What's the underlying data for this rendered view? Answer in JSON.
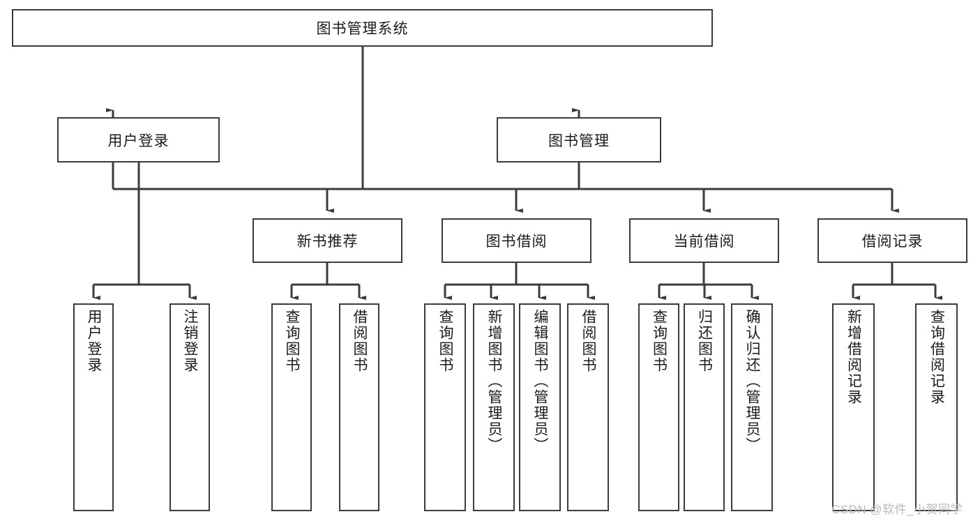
{
  "diagram": {
    "type": "tree-hierarchy",
    "title": "图书管理系统",
    "root": {
      "label": "图书管理系统"
    },
    "level2": [
      {
        "label": "用户登录"
      },
      {
        "label": "图书管理"
      }
    ],
    "level3": [
      {
        "label": "新书推荐"
      },
      {
        "label": "图书借阅"
      },
      {
        "label": "当前借阅"
      },
      {
        "label": "借阅记录"
      }
    ],
    "leaves_user_login": [
      {
        "label": "用户登录"
      },
      {
        "label": "注销登录"
      }
    ],
    "leaves_new_book": [
      {
        "label": "查询图书"
      },
      {
        "label": "借阅图书"
      }
    ],
    "leaves_book_borrow": [
      {
        "label": "查询图书"
      },
      {
        "label": "新增图书（管理员）"
      },
      {
        "label": "编辑图书（管理员）"
      },
      {
        "label": "借阅图书"
      }
    ],
    "leaves_current_borrow": [
      {
        "label": "查询图书"
      },
      {
        "label": "归还图书"
      },
      {
        "label": "确认归还（管理员）"
      }
    ],
    "leaves_borrow_record": [
      {
        "label": "新增借阅记录"
      },
      {
        "label": "查询借阅记录"
      }
    ]
  },
  "watermark": {
    "text": "CSDN @软件_小贺同学"
  },
  "colors": {
    "stroke": "#3b3b3b",
    "background": "#ffffff",
    "text": "#1b1b1b",
    "watermark": "#b9b9b9"
  }
}
